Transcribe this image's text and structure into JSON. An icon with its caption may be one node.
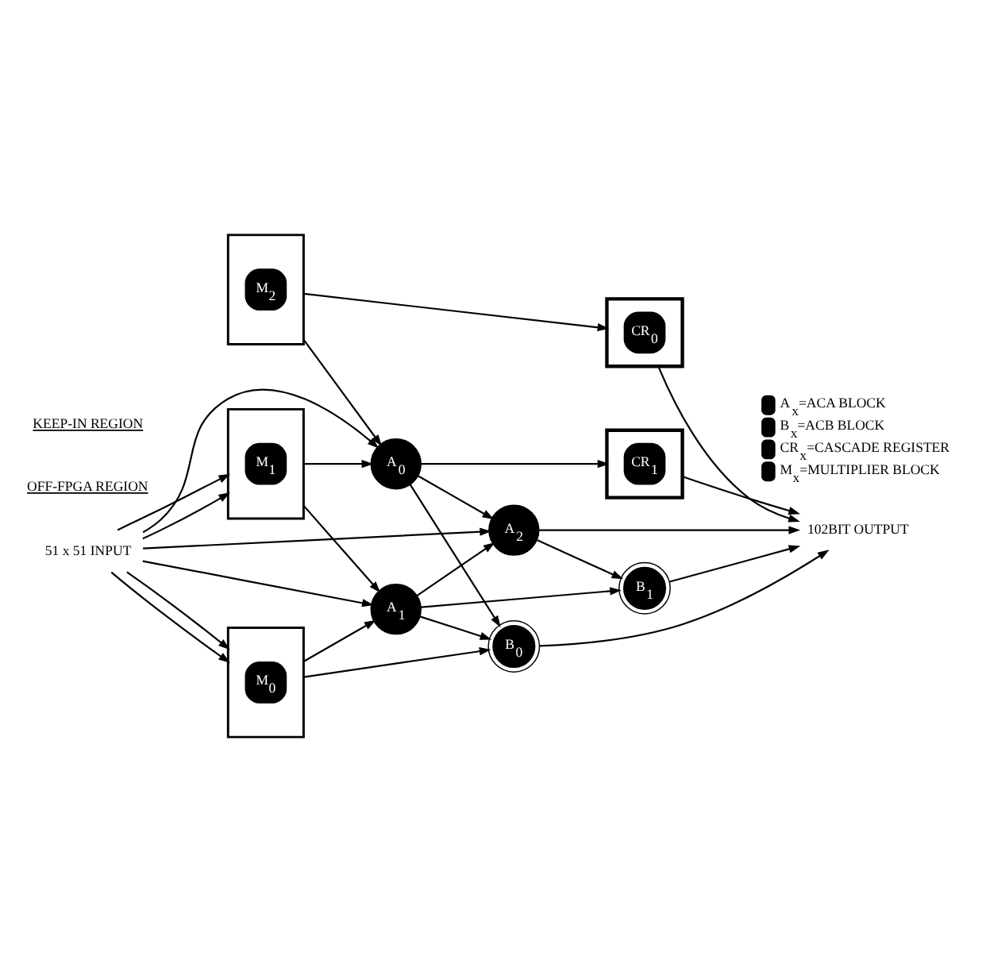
{
  "diagram": {
    "nodes": [
      {
        "text": [
          "51 x 51 INPUT"
        ]
      },
      {
        "text": [
          "M$_{0}$"
        ]
      },
      {
        "text": [
          "M$_{1}$"
        ]
      },
      {
        "text": [
          "M$_{2}$"
        ]
      },
      {
        "text": [
          "CR$_{0}$"
        ]
      },
      {
        "text": [
          "A$_{0}$"
        ]
      },
      {
        "text": [
          "CR$_{1}$"
        ]
      },
      {
        "text": [
          "B$_{0}$"
        ]
      },
      {
        "text": [
          "A$_{1}$"
        ]
      },
      {
        "text": [
          "B$_{1}$"
        ]
      },
      {
        "text": [
          "A$_{2}$"
        ]
      },
      {
        "text": [
          "102BIT OUTPUT"
        ]
      }
    ],
    "edges": [
      {
        "from": 0,
        "to": 1,
        "arrow": "to"
      },
      {
        "from": 0,
        "to": 1,
        "arrow": "to"
      },
      {
        "from": 0,
        "to": 2,
        "arrow": "to"
      },
      {
        "from": 0,
        "to": 2,
        "arrow": "to"
      },
      {
        "from": 0,
        "to": 5,
        "arrow": "to"
      },
      {
        "from": 0,
        "to": 8,
        "arrow": "to"
      },
      {
        "from": 0,
        "to": 10,
        "arrow": "to"
      },
      {
        "from": 1,
        "to": 7,
        "arrow": "to"
      },
      {
        "from": 1,
        "to": 8,
        "arrow": "to"
      },
      {
        "from": 2,
        "to": 5,
        "arrow": "to"
      },
      {
        "from": 2,
        "to": 8,
        "arrow": "to"
      },
      {
        "from": 3,
        "to": 5,
        "arrow": "to"
      },
      {
        "from": 3,
        "to": 4,
        "arrow": "to"
      },
      {
        "from": 5,
        "to": 6,
        "arrow": "to"
      },
      {
        "from": 5,
        "to": 7,
        "arrow": "to"
      },
      {
        "from": 5,
        "to": 10,
        "arrow": "to"
      },
      {
        "from": 8,
        "to": 7,
        "arrow": "to"
      },
      {
        "from": 8,
        "to": 9,
        "arrow": "to"
      },
      {
        "from": 8,
        "to": 10,
        "arrow": "to"
      },
      {
        "from": 10,
        "to": 9,
        "arrow": "to"
      },
      {
        "from": 4,
        "to": 11,
        "arrow": "to"
      },
      {
        "from": 6,
        "to": 11,
        "arrow": "to"
      },
      {
        "from": 7,
        "to": 11,
        "arrow": "to"
      },
      {
        "from": 9,
        "to": 11,
        "arrow": "to"
      },
      {
        "from": 10,
        "to": 11,
        "arrow": "to"
      }
    ],
    "labels": [
      "OFF-FPGA REGION",
      "KEEP-IN REGION"
    ],
    "legend": [
      {
        "text": "A$_{x}$=ACA BLOCK"
      },
      {
        "text": "B$_{x}$=ACB BLOCK"
      },
      {
        "text": "CR$_{x}$=CASCADE REGISTER"
      },
      {
        "text": "M$_{x}$=MULTIPLIER BLOCK"
      }
    ]
  }
}
